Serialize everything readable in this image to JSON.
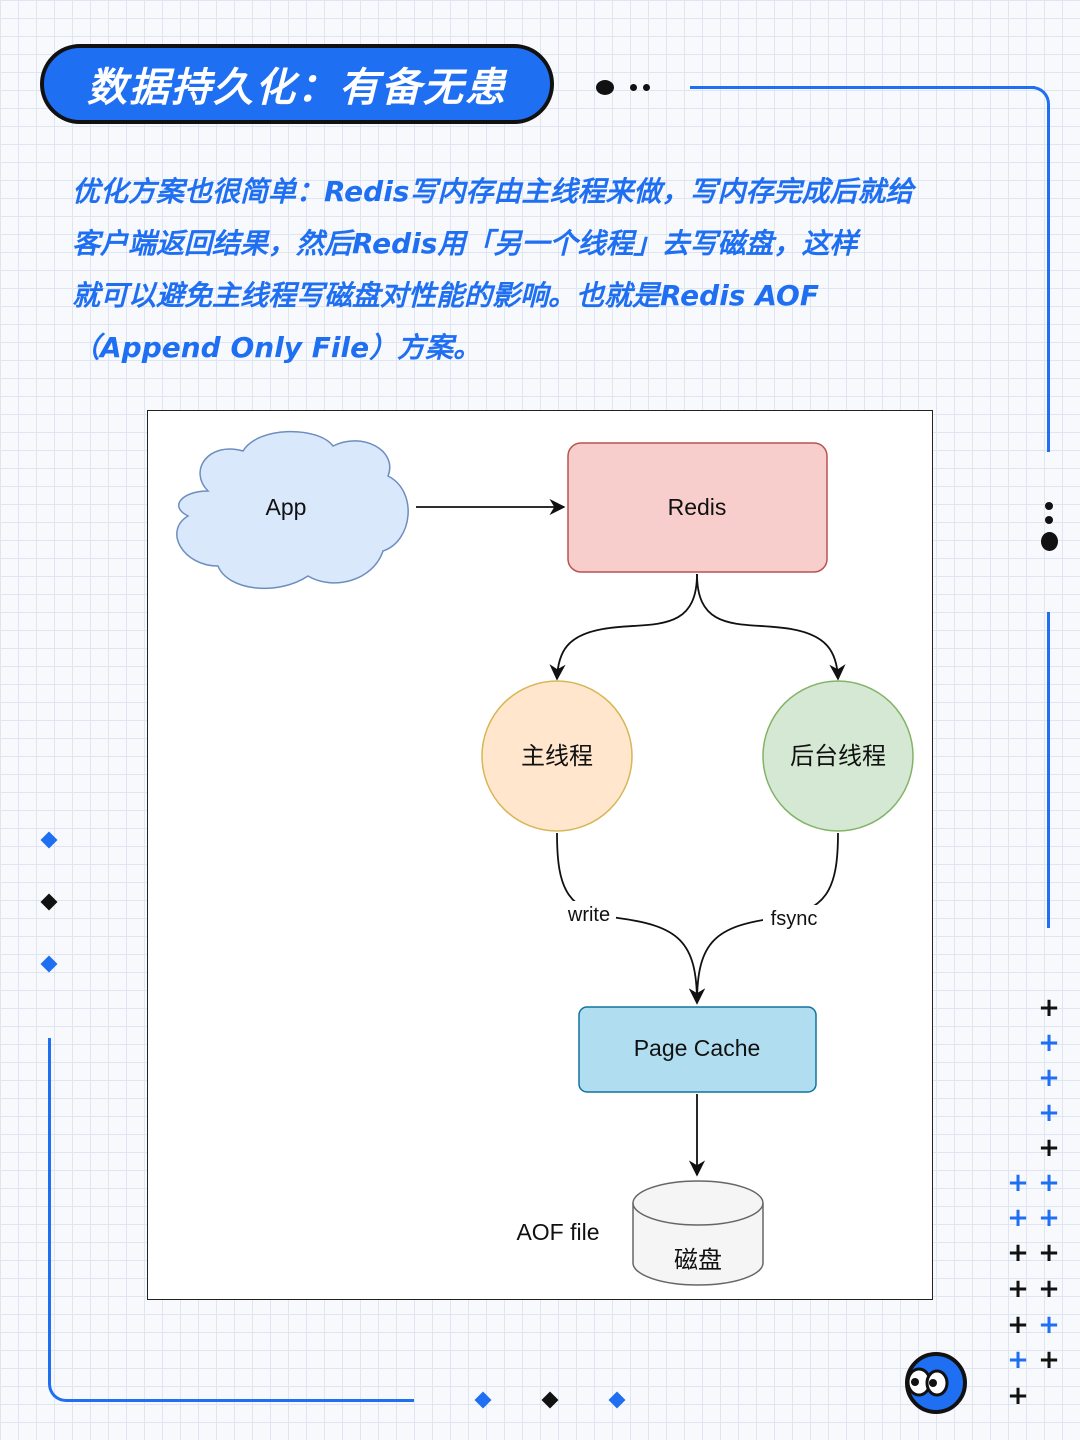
{
  "header": {
    "title": "数据持久化：有备无患"
  },
  "description": "优化方案也很简单：Redis写内存由主线程来做，写内存完成后就给\n客户端返回结果，然后Redis用「另一个线程」去写磁盘，这样\n就可以避免主线程写磁盘对性能的影响。也就是Redis AOF\n（Append Only File）方案。",
  "diagram": {
    "nodes": {
      "app": "App",
      "redis": "Redis",
      "main_thread": "主线程",
      "bg_thread": "后台线程",
      "page_cache": "Page Cache",
      "disk": "磁盘",
      "aof_file": "AOF file"
    },
    "edges": {
      "write": "write",
      "fsync": "fsync"
    },
    "colors": {
      "app_fill": "#dae8fc",
      "app_stroke": "#6c8ebf",
      "redis_fill": "#f8cecc",
      "redis_stroke": "#b85450",
      "main_fill": "#ffe6cc",
      "main_stroke": "#d6b656",
      "bg_fill": "#d5e8d4",
      "bg_stroke": "#82b366",
      "cache_fill": "#b1ddf0",
      "cache_stroke": "#10739e",
      "disk_fill": "#f5f5f5",
      "disk_stroke": "#666666"
    }
  },
  "decorations": {
    "accent_color": "#1f6ff2",
    "mascot": "mascot-eyes-icon"
  }
}
